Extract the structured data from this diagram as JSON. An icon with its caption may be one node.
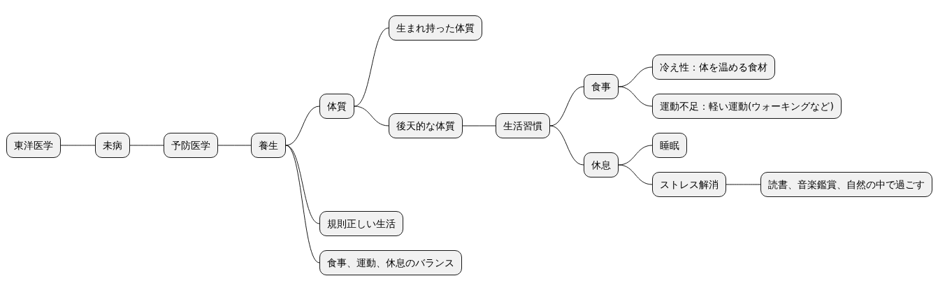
{
  "diagram": {
    "nodes": [
      {
        "text": [
          "東洋医学"
        ]
      },
      {
        "text": [
          "未病"
        ]
      },
      {
        "text": [
          "予防医学"
        ]
      },
      {
        "text": [
          "養生"
        ]
      },
      {
        "text": [
          "体質"
        ]
      },
      {
        "text": [
          "生まれ持った体質"
        ]
      },
      {
        "text": [
          "後天的な体質"
        ]
      },
      {
        "text": [
          "生活習慣"
        ]
      },
      {
        "text": [
          "食事"
        ]
      },
      {
        "text": [
          "冷え性：体を温める食材"
        ]
      },
      {
        "text": [
          "運動不足：軽い運動(ウォーキングなど)"
        ]
      },
      {
        "text": [
          "休息"
        ]
      },
      {
        "text": [
          "睡眠"
        ]
      },
      {
        "text": [
          "ストレス解消"
        ]
      },
      {
        "text": [
          "読書、音楽鑑賞、自然の中で過ごす"
        ]
      },
      {
        "text": [
          "規則正しい生活"
        ]
      },
      {
        "text": [
          "食事、運動、休息のバランス"
        ]
      }
    ],
    "edges": [
      {
        "from": 0,
        "to": 1,
        "arrow": "none"
      },
      {
        "from": 1,
        "to": 2,
        "arrow": "none"
      },
      {
        "from": 2,
        "to": 3,
        "arrow": "none"
      },
      {
        "from": 3,
        "to": 4,
        "arrow": "none"
      },
      {
        "from": 4,
        "to": 5,
        "arrow": "none"
      },
      {
        "from": 4,
        "to": 6,
        "arrow": "none"
      },
      {
        "from": 6,
        "to": 7,
        "arrow": "none"
      },
      {
        "from": 7,
        "to": 8,
        "arrow": "none"
      },
      {
        "from": 8,
        "to": 9,
        "arrow": "none"
      },
      {
        "from": 8,
        "to": 10,
        "arrow": "none"
      },
      {
        "from": 7,
        "to": 11,
        "arrow": "none"
      },
      {
        "from": 11,
        "to": 12,
        "arrow": "none"
      },
      {
        "from": 11,
        "to": 13,
        "arrow": "none"
      },
      {
        "from": 13,
        "to": 14,
        "arrow": "none"
      },
      {
        "from": 3,
        "to": 15,
        "arrow": "none"
      },
      {
        "from": 3,
        "to": 16,
        "arrow": "none"
      }
    ]
  }
}
